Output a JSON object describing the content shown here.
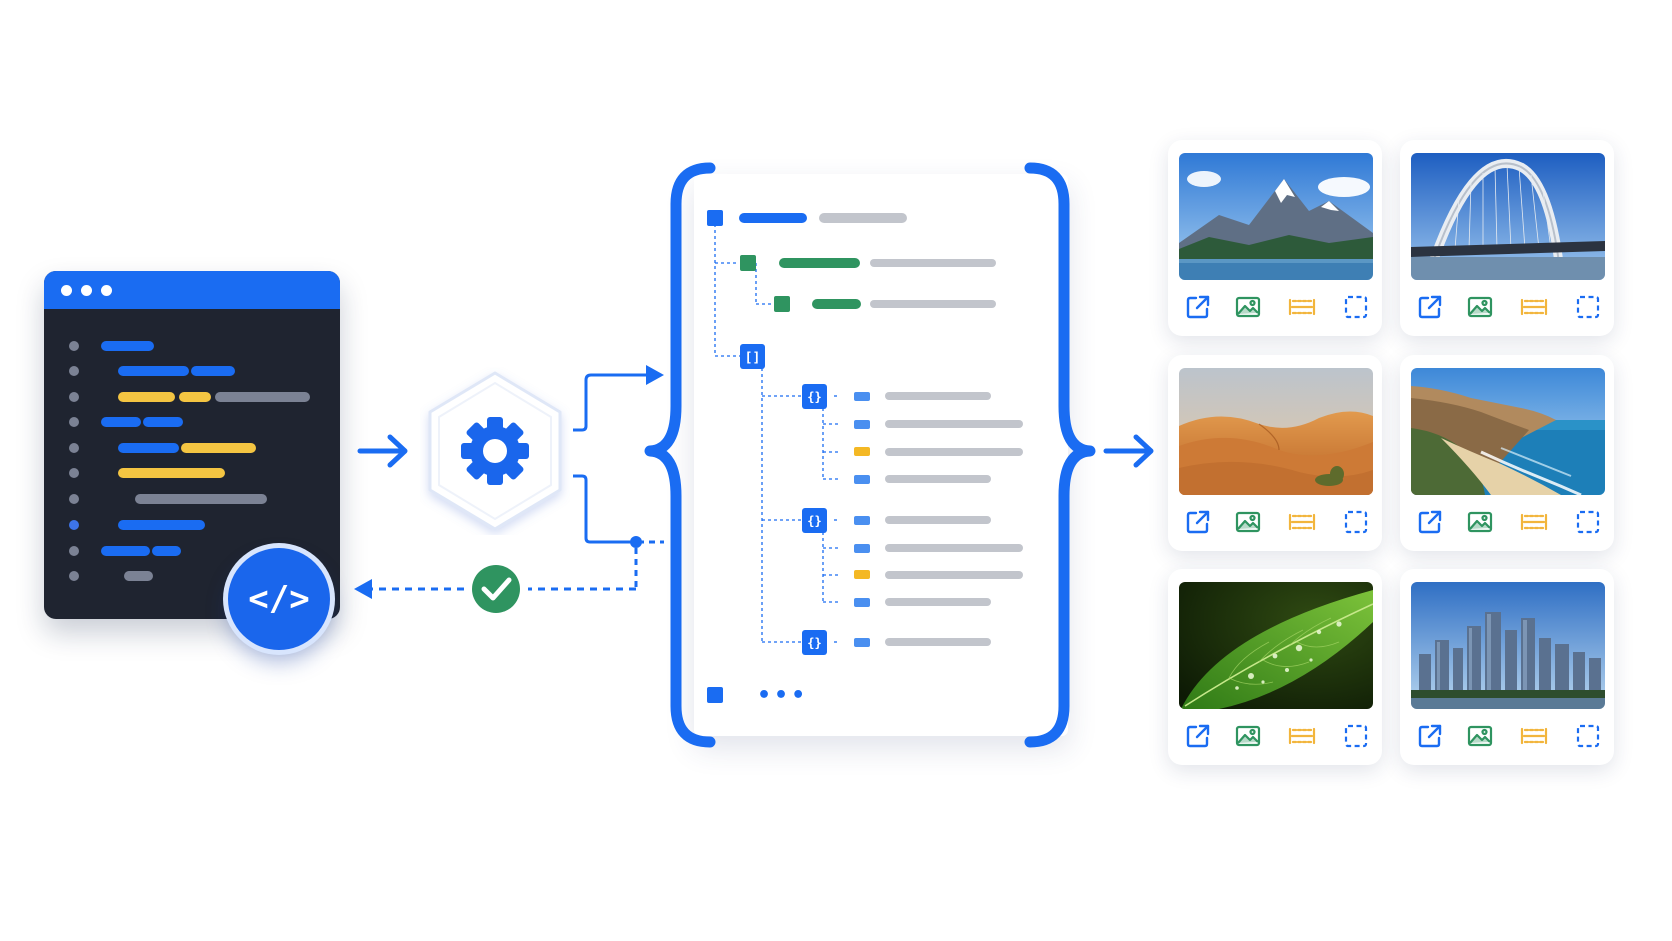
{
  "editor": {
    "badge_label": "</>",
    "window_dots": 3
  },
  "document": {
    "array_badge": "[]",
    "object_badge": "{}",
    "ellipsis": "•••"
  },
  "images": [
    {
      "subject": "mountain-lake"
    },
    {
      "subject": "arch-bridge"
    },
    {
      "subject": "desert-dunes"
    },
    {
      "subject": "coastal-cliffs"
    },
    {
      "subject": "green-leaf"
    },
    {
      "subject": "city-skyline"
    }
  ],
  "card_tools": [
    "open-external-icon",
    "image-icon",
    "resize-width-icon",
    "crop-select-icon"
  ],
  "colors": {
    "accent": "#1a6cf2",
    "success": "#2f9460",
    "yellow": "#f4c542",
    "gray_line": "#c2c5cc",
    "editor_bg": "#1f2430"
  }
}
